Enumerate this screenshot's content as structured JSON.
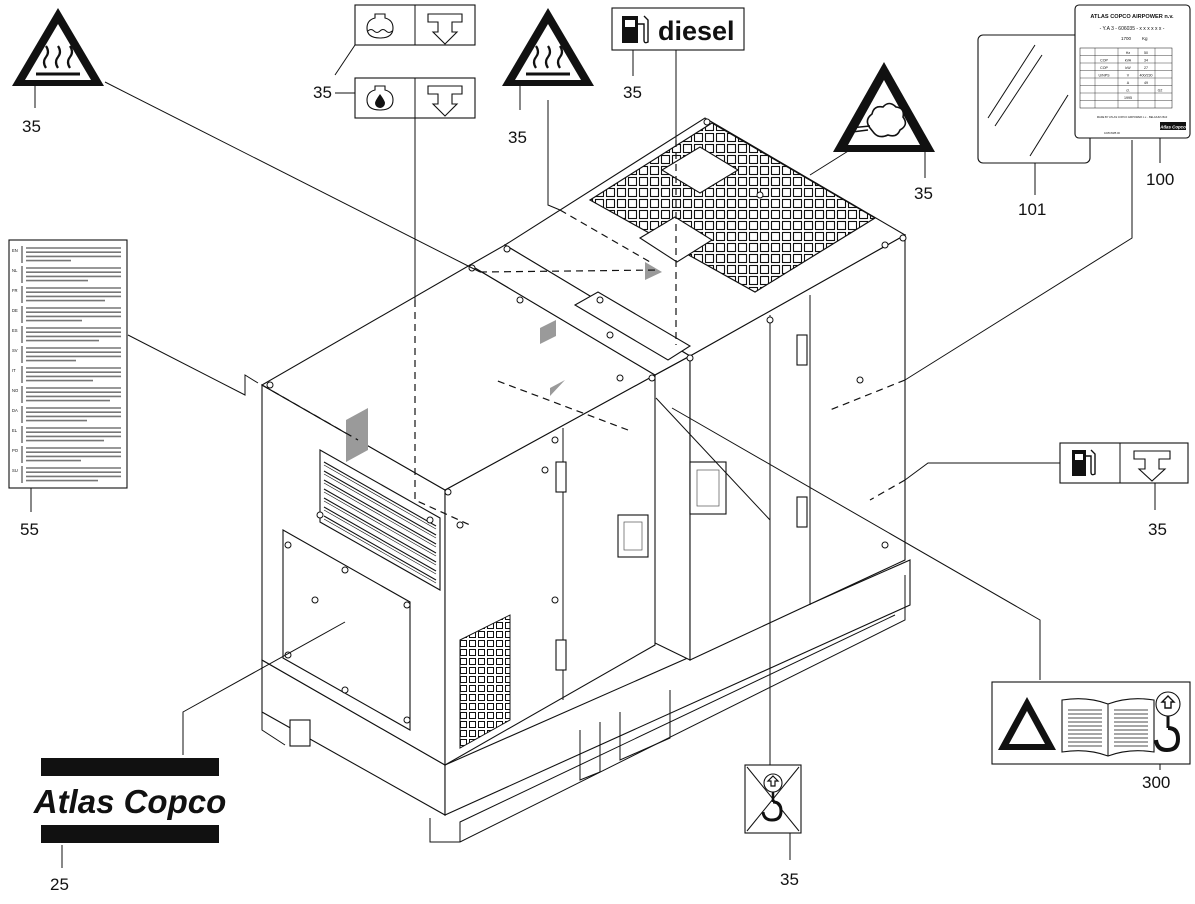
{
  "callouts": {
    "c_hot_left": "35",
    "c_coolant": "35",
    "c_oil": "35",
    "c_hot_mid": "35",
    "c_diesel": "35",
    "c_exhaust": "35",
    "c_fuel_right": "35",
    "c_hook": "35",
    "c_manual": "55",
    "c_logo": "25",
    "c_glass": "101",
    "c_dataplate": "100",
    "c_general": "300"
  },
  "diesel_label": "diesel",
  "logo_text": "Atlas Copco",
  "dataplate": {
    "header": "ATLAS COPCO AIRPOWER n.v.",
    "model_line": "- Y.A 3 - 606035 - x x x x x x -",
    "weight_value": "1700",
    "weight_unit": "Kg",
    "cells": [
      "Hz",
      "50",
      "COP",
      "kVA",
      "34",
      "COP",
      "kW",
      "27",
      "U/NPS",
      "V",
      "400/230",
      "A",
      "49",
      "cl.",
      "G2",
      "1995"
    ],
    "footer": "MADE BY ATLAS COPCO AIRPOWER n.v. - BELGIUM 2610",
    "brand": "Atlas Copco",
    "serial": "1635 8485 00"
  },
  "manual_langs": [
    "EN",
    "NL",
    "FR",
    "DE",
    "ES",
    "SV",
    "IT",
    "NO",
    "DA",
    "EL",
    "PO",
    "SU"
  ],
  "colors": {
    "ink": "#111111",
    "shade": "#9a9a9a",
    "paper": "#ffffff"
  },
  "icons": [
    "hot-surface-icon",
    "coolant-drain-icon",
    "oil-drain-icon",
    "fuel-pump-icon",
    "exhaust-warning-icon",
    "lifting-hook-icon",
    "no-lift-hook-icon",
    "warning-triangle-icon",
    "manual-book-icon"
  ]
}
